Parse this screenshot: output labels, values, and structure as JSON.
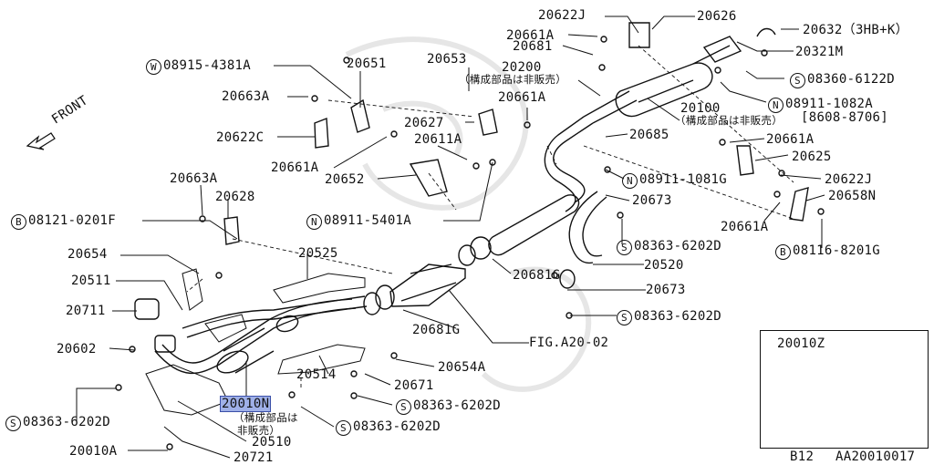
{
  "front_label": "FRONT",
  "labels": {
    "p20622J_top": "20622J",
    "p20626": "20626",
    "p20632": "20632（3HB+K）",
    "p20661A_1": "20661A",
    "p20681": "20681",
    "p20321M": "20321M",
    "p20653": "20653",
    "p20200": "20200",
    "p20200_note": "（構成部品は非販売）",
    "p08915": "08915-4381A",
    "p20651": "20651",
    "p08360": "08360-6122D",
    "p20663A_1": "20663A",
    "p20661A_2": "20661A",
    "p08911_1082": "08911-1082A",
    "p8608": "[8608-8706]",
    "p20100": "20100",
    "p20100_note": "（構成部品は非販売）",
    "p20627": "20627",
    "p20622C": "20622C",
    "p20611A": "20611A",
    "p20685": "20685",
    "p20661A_3": "20661A",
    "p20661A_4": "20661A",
    "p20625": "20625",
    "p20652": "20652",
    "p08911_1081": "08911-1081G",
    "p20622J_r": "20622J",
    "p20663A_2": "20663A",
    "p20628": "20628",
    "p20673_1": "20673",
    "p20658N": "20658N",
    "p08121": "08121-0201F",
    "p08911_5401": "08911-5401A",
    "p20661A_5": "20661A",
    "p08363_1": "08363-6202D",
    "p08116": "08116-8201G",
    "p20654": "20654",
    "p20525": "20525",
    "p20520": "20520",
    "p20511": "20511",
    "p20681G_1": "20681G",
    "p20673_2": "20673",
    "p20711": "20711",
    "p08363_2": "08363-6202D",
    "p20681G_2": "20681G",
    "pFIG": "FIG.A20-02",
    "p20602": "20602",
    "p20654A": "20654A",
    "p20514": "20514",
    "p20671": "20671",
    "p20010N": "20010N",
    "p20010N_note1": "（構成部品は",
    "p20010N_note2": "非販売）",
    "p08363_3": "08363-6202D",
    "p08363_4": "08363-6202D",
    "p20510": "20510",
    "p08363_5": "08363-6202D",
    "p20010A": "20010A",
    "p20721": "20721",
    "inset_label": "20010Z",
    "page_code": "B12",
    "diagram_code": "AA20010017"
  },
  "markers": {
    "W": "W",
    "S": "S",
    "N": "N",
    "B": "B"
  }
}
